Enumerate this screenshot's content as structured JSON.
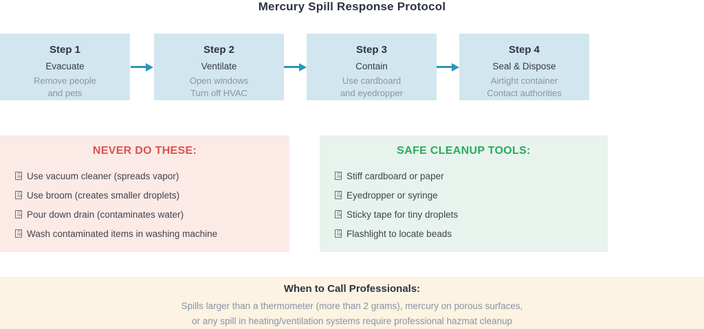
{
  "title": "Mercury Spill Response Protocol",
  "colors": {
    "step_box_bg": "#d2e6f0",
    "arrow": "#2b96ba",
    "never_panel_bg": "#fceae7",
    "never_heading": "#d9534f",
    "safe_panel_bg": "#e7f3ec",
    "safe_heading": "#2aab61",
    "footer_bg": "#fdf3e2",
    "title_text": "#2c3346",
    "muted_text": "#8b94a1"
  },
  "icons": {
    "bullet": "missing-glyph-tofu-box"
  },
  "steps": [
    {
      "label": "Step 1",
      "name": "Evacuate",
      "details": [
        "Remove people",
        "and pets"
      ]
    },
    {
      "label": "Step 2",
      "name": "Ventilate",
      "details": [
        "Open windows",
        "Turn off HVAC"
      ]
    },
    {
      "label": "Step 3",
      "name": "Contain",
      "details": [
        "Use cardboard",
        "and eyedropper"
      ]
    },
    {
      "label": "Step 4",
      "name": "Seal & Dispose",
      "details": [
        "Airtight container",
        "Contact authorities"
      ]
    }
  ],
  "never_panel": {
    "heading": "NEVER DO THESE:",
    "items": [
      "Use vacuum cleaner (spreads vapor)",
      "Use broom (creates smaller droplets)",
      "Pour down drain (contaminates water)",
      "Wash contaminated items in washing machine"
    ]
  },
  "safe_panel": {
    "heading": "SAFE CLEANUP TOOLS:",
    "items": [
      "Stiff cardboard or paper",
      "Eyedropper or syringe",
      "Sticky tape for tiny droplets",
      "Flashlight to locate beads"
    ]
  },
  "footer": {
    "heading": "When to Call Professionals:",
    "line1": "Spills larger than a thermometer (more than 2 grams), mercury on porous surfaces,",
    "line2": "or any spill in heating/ventilation systems require professional hazmat cleanup"
  }
}
